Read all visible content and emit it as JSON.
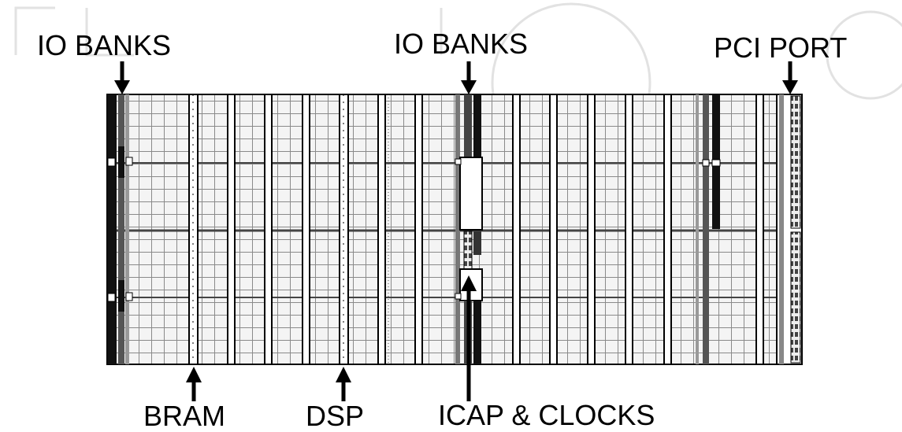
{
  "labels": {
    "io_banks_left": "IO BANKS",
    "io_banks_center": "IO BANKS",
    "pci_port": "PCI PORT",
    "bram": "BRAM",
    "dsp": "DSP",
    "icap_clocks": "ICAP & CLOCKS"
  },
  "colors": {
    "background": "#ffffff",
    "ink": "#000000",
    "clb_fill": "#f4f4f4",
    "clb_line": "#8a8a8a",
    "io_dark": "#111111",
    "io_gray": "#555555",
    "watermark": "#e2e2e2"
  }
}
